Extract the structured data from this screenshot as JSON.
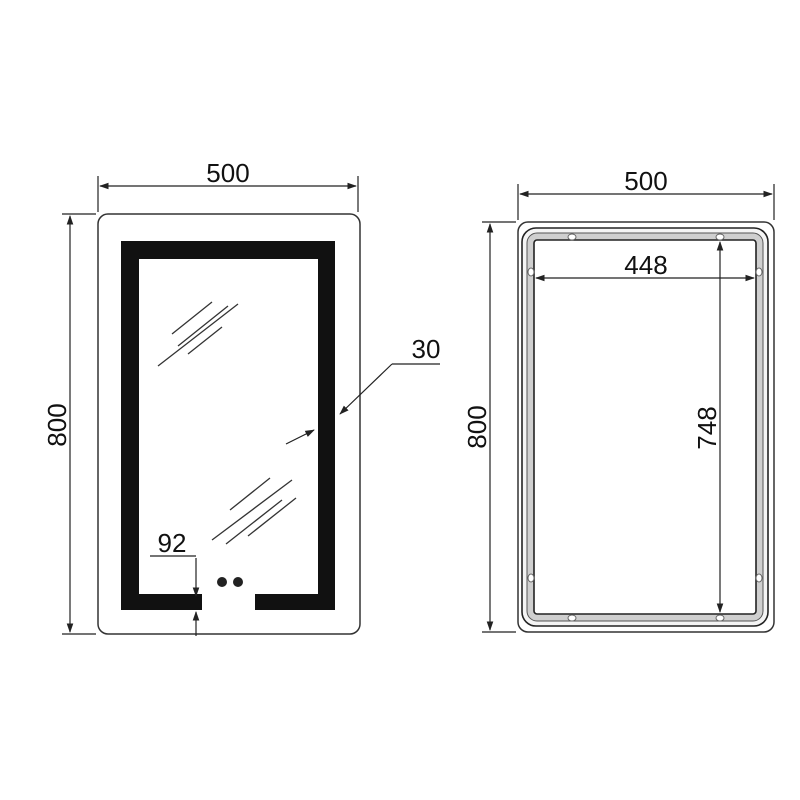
{
  "front_view": {
    "width_label": "500",
    "height_label": "800",
    "border_label": "30",
    "gap_label": "92"
  },
  "back_view": {
    "width_label": "500",
    "height_label": "800",
    "inner_width_label": "448",
    "inner_height_label": "748"
  },
  "colors": {
    "line": "#222222",
    "led_band": "#111111",
    "frame_gray": "#9a9a9a",
    "background": "#ffffff"
  }
}
